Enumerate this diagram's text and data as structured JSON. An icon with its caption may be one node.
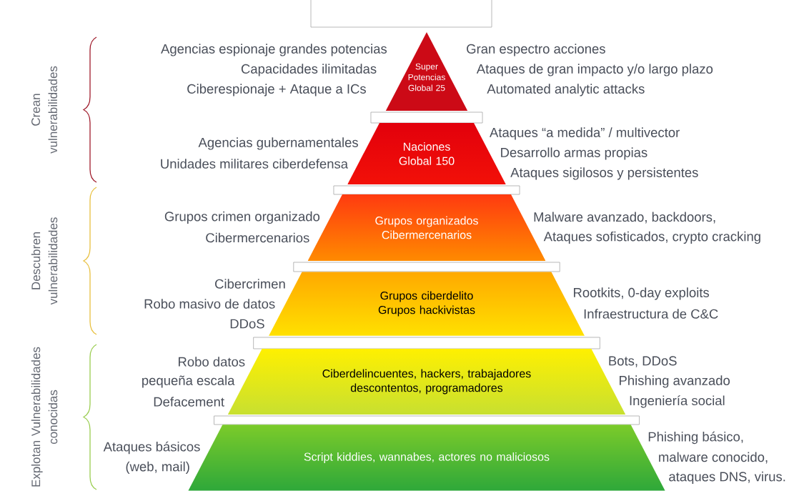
{
  "diagram": {
    "nodes": [
      {
        "text": [
          "Super Potencias Global 25"
        ],
        "beside": [
          "Agencias espionaje grandes potencias",
          "Capacidades ilimitadas",
          "Ciberespionaje + Ataque a ICs",
          "Gran espectro acciones",
          "Ataques de gran impacto y/o largo plazo",
          "Automated analytic attacks"
        ]
      },
      {
        "text": [
          "Naciones Global 150"
        ],
        "beside": [
          "Agencias gubernamentales",
          "Unidades militares ciberdefensa",
          "Ataques “a medida” / multivector",
          "Desarrollo armas propias",
          "Ataques sigilosos y persistentes"
        ]
      },
      {
        "text": [
          "Grupos organizados Cibermercenarios"
        ],
        "beside": [
          "Grupos crimen organizado",
          "Cibermercenarios",
          "Malware avanzado, backdoors,",
          "Ataques sofisticados, crypto cracking"
        ]
      },
      {
        "text": [
          "Grupos ciberdelito Grupos hackivistas"
        ],
        "beside": [
          "Cibercrimen",
          "Robo masivo de datos",
          "DDoS",
          "Rootkits, 0-day exploits",
          "Infraestructura de C&C"
        ]
      },
      {
        "text": [
          "Ciberdelincuentes, hackers, trabajadores descontentos, programadores"
        ],
        "beside": [
          "Robo datos",
          "pequeña escala",
          "Defacement",
          "Bots, DDoS",
          "Phishing avanzado",
          "Ingeniería social"
        ]
      },
      {
        "text": [
          "Script kiddies, wannabes, actores no maliciosos"
        ],
        "beside": [
          "Ataques básicos",
          "(web, mail)",
          "Phishing básico,",
          "malware conocido,",
          "ataques DNS, virus."
        ]
      },
      {
        "text": [],
        "shape": "bar"
      },
      {
        "text": [],
        "shape": "bar"
      },
      {
        "text": [],
        "shape": "bar"
      },
      {
        "text": [],
        "shape": "bar"
      },
      {
        "text": [],
        "shape": "bar"
      }
    ],
    "labels": [
      "Crean vulnerabilidades",
      "Descubren vulnerabilidades",
      "Explotan Vulnerabilidades conocidas"
    ]
  }
}
